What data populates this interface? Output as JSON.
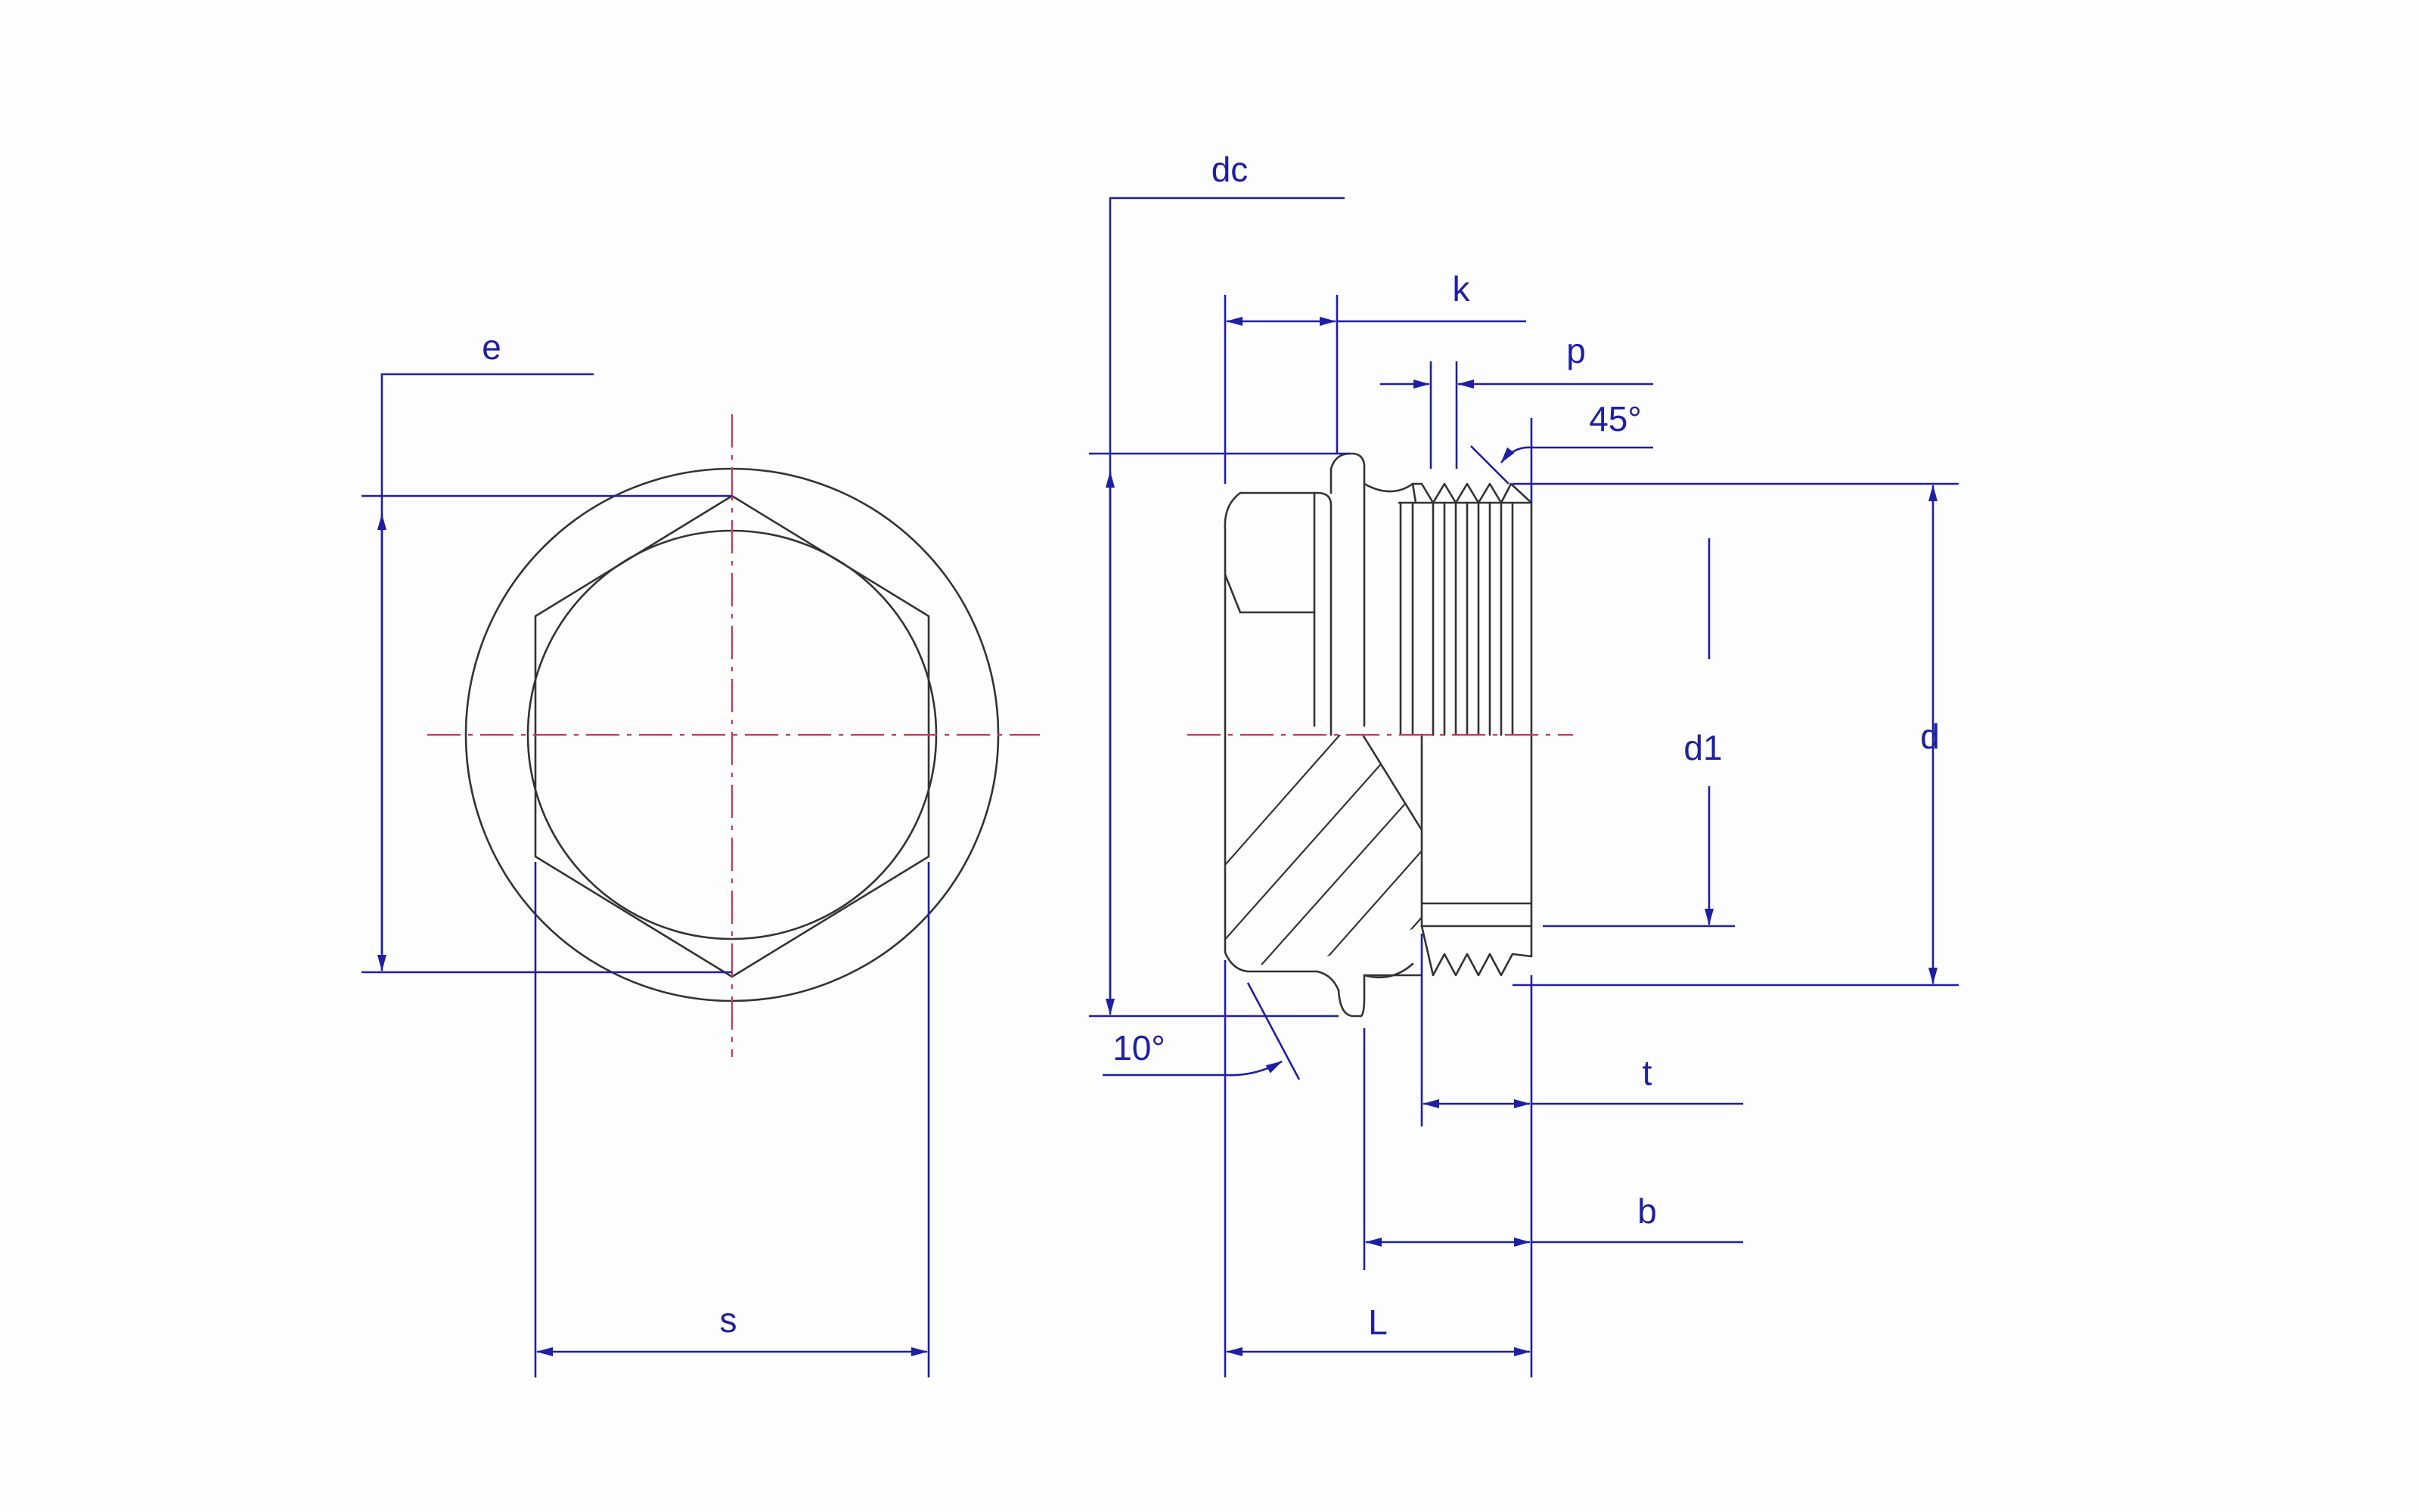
{
  "colors": {
    "object_line": "#333333",
    "dimension_line": "#1f1fa3",
    "center_line": "#d0365a",
    "background": "#fdfdfd"
  },
  "labels": {
    "e": "e",
    "s": "s",
    "dc": "dc",
    "k": "k",
    "p": "p",
    "angle_45": "45°",
    "d1": "d1",
    "d": "d",
    "angle_10": "10°",
    "t": "t",
    "b": "b",
    "L": "L"
  }
}
